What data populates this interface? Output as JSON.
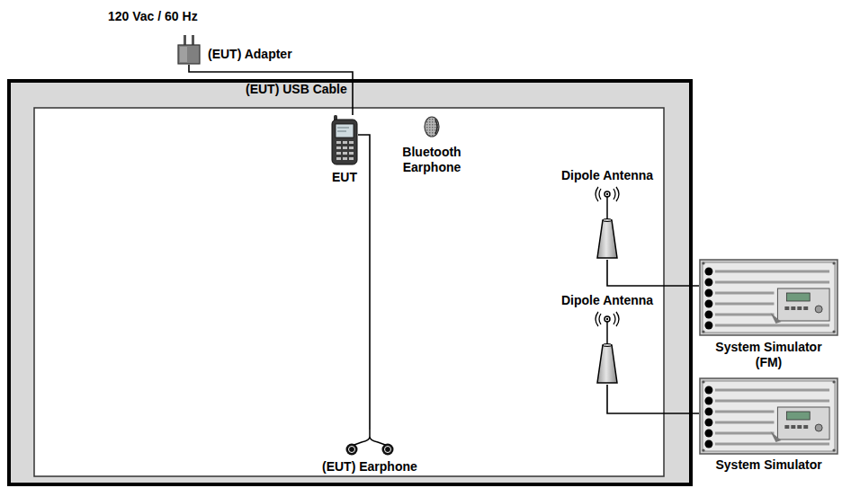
{
  "diagram": {
    "nodes": [
      {
        "text": [
          "(EUT) Adapter"
        ]
      },
      {
        "text": [
          "EUT"
        ]
      },
      {
        "text": [
          "Bluetooth Earphone"
        ]
      },
      {
        "text": [
          "Dipole Antenna"
        ]
      },
      {
        "text": [
          "System Simulator (FM)"
        ]
      },
      {
        "text": [
          "Dipole Antenna"
        ]
      },
      {
        "text": [
          "System Simulator"
        ]
      },
      {
        "text": [
          "(EUT) Earphone"
        ]
      }
    ],
    "edges": [
      {
        "from": 0,
        "to": 1,
        "arrow": "none",
        "label": "(EUT) USB Cable"
      },
      {
        "from": 1,
        "to": 7,
        "arrow": "none"
      },
      {
        "from": 3,
        "to": 4,
        "arrow": "none"
      },
      {
        "from": 5,
        "to": 6,
        "arrow": "none"
      }
    ],
    "labels": [
      "120 Vac / 60 Hz"
    ]
  }
}
